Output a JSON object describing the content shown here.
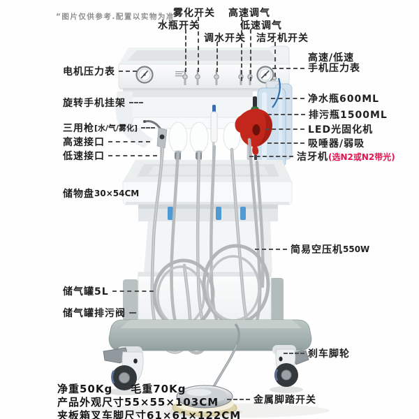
{
  "disclaimer": "“图片仅供参考.配置以实物为准”",
  "callouts": {
    "top": {
      "water_bottle_switch": "水瓶开关",
      "atomizer_switch": "雾化开关",
      "water_adjust_switch": "调水开关",
      "high_speed_air_adjust": "高速调气",
      "low_speed_air_adjust": "低速调气",
      "scaler_switch": "洁牙机开关"
    },
    "left": {
      "motor_pressure_gauge": "电机压力表",
      "rotary_handpiece_rack": "旋转手机挂架",
      "triple_syringe": "三用枪",
      "triple_syringe_sub": "[水/气/雾化]",
      "high_speed_port": "高速接口",
      "low_speed_port": "低速接口",
      "storage_tray": "储物盘",
      "storage_tray_size": "30×54CM",
      "air_tank": "储气罐5L",
      "air_tank_drain_valve": "储气罐排污阀"
    },
    "right": {
      "handpiece_gauge_line1": "高速/低速",
      "handpiece_gauge_line2": "手机压力表",
      "clean_water_bottle": "净水瓶600ML",
      "waste_bottle": "排污瓶1500ML",
      "led_curing_light": "LED光固化机",
      "saliva_ejector": "吸唾器/弱吸",
      "scaler": "洁牙机",
      "scaler_option": "(选N2或N2带光)",
      "air_compressor": "简易空压机",
      "air_compressor_power": "550W",
      "brake_caster": "刹车脚轮",
      "metal_foot_switch": "金属脚踏开关"
    }
  },
  "specs": {
    "net_weight": "净重50Kg",
    "gross_weight": "毛重70Kg",
    "product_size": "产品外观尺寸55×55×103CM",
    "crate_size": "夹板箱叉车脚尺寸61×61×122CM"
  },
  "colors": {
    "label_text": "#1f1f1f",
    "leader_line": "#4c4c4c",
    "option_red": "#e4134f",
    "curing_light_red": "#c3271b",
    "bottle_blue": "#cfe0ee",
    "base_gray_green": "#a9b6b3",
    "tube_gray": "#b4b8bb"
  }
}
